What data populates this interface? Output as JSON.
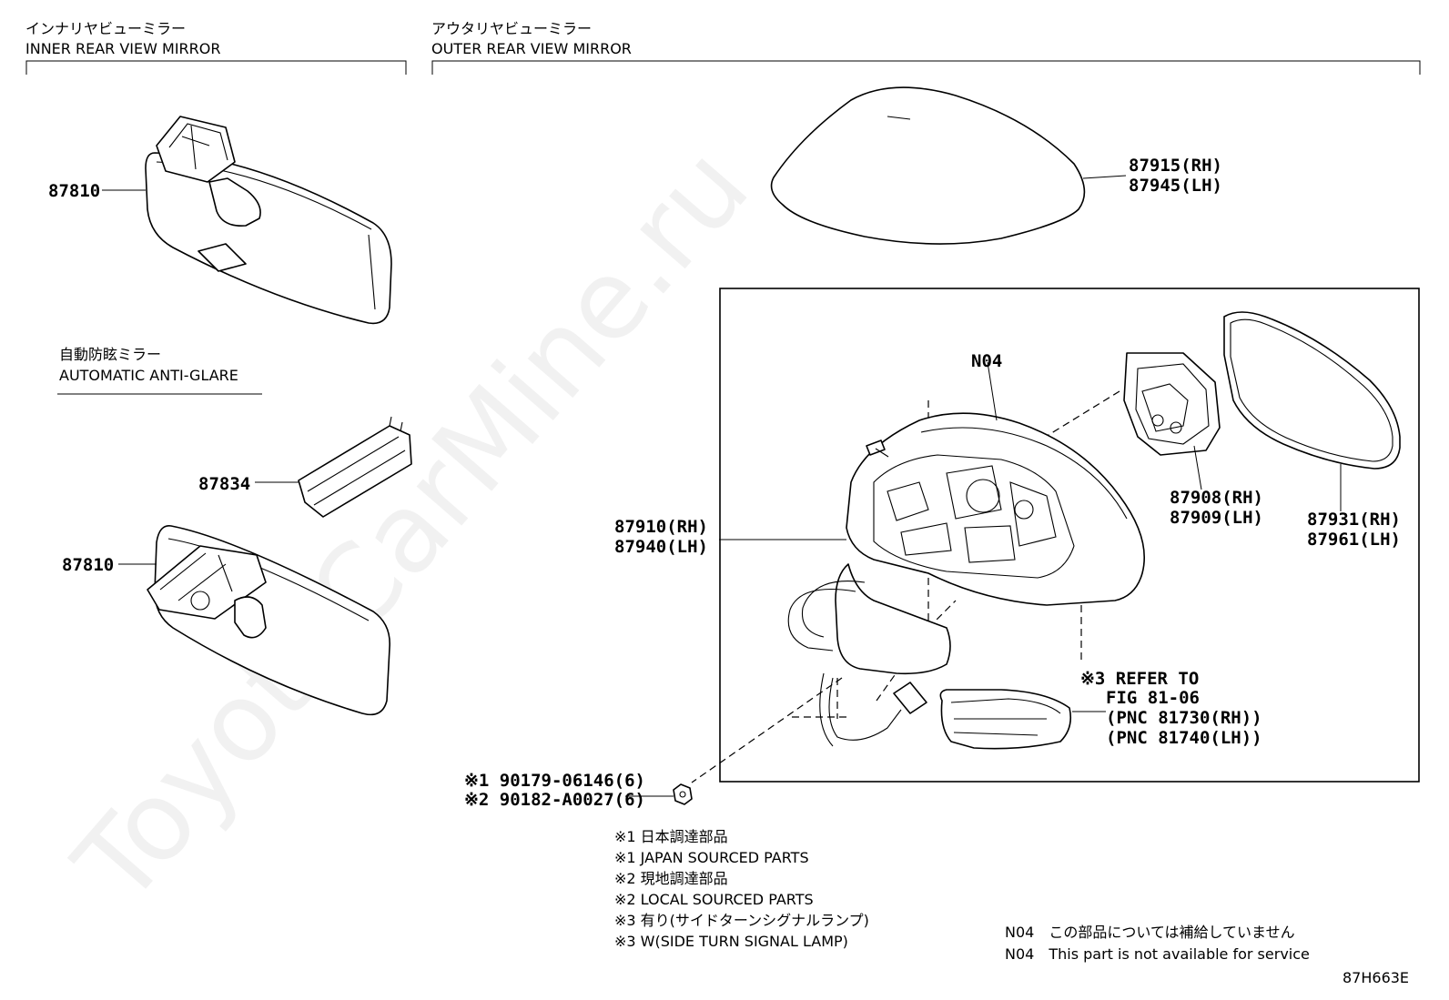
{
  "sections": {
    "inner_jp": "インナリヤビューミラー",
    "inner_en": "INNER REAR VIEW MIRROR",
    "outer_jp": "アウタリヤビューミラー",
    "outer_en": "OUTER REAR VIEW MIRROR",
    "auto_jp": "自動防眩ミラー",
    "auto_en": "AUTOMATIC ANTI-GLARE"
  },
  "parts": {
    "p87810_a": "87810",
    "p87834": "87834",
    "p87810_b": "87810",
    "p87915": "87915(RH)",
    "p87945": "87945(LH)",
    "n04": "N04",
    "p87910": "87910(RH)",
    "p87940": "87940(LH)",
    "p87908": "87908(RH)",
    "p87909": "87909(LH)",
    "p87931": "87931(RH)",
    "p87961": "87961(LH)",
    "ref1": "※3 REFER TO",
    "ref2": "FIG 81-06",
    "ref3": "(PNC 81730(RH))",
    "ref4": "(PNC 81740(LH))",
    "nut1": "※1 90179-06146(6)",
    "nut2": "※2 90182-A0027(6)"
  },
  "notes": {
    "n1_jp": "※1 日本調達部品",
    "n1_en": "※1 JAPAN SOURCED PARTS",
    "n2_jp": "※2 現地調達部品",
    "n2_en": "※2 LOCAL SOURCED PARTS",
    "n3_jp": "※3 有り(サイドターンシグナルランプ)",
    "n3_en": "※3 W(SIDE TURN SIGNAL LAMP)",
    "n04_jp": "N04　この部品については補給していません",
    "n04_en": "N04　This part is not available for service"
  },
  "figure_code": "87H663E",
  "watermark": "ToyotaCarMine.ru"
}
